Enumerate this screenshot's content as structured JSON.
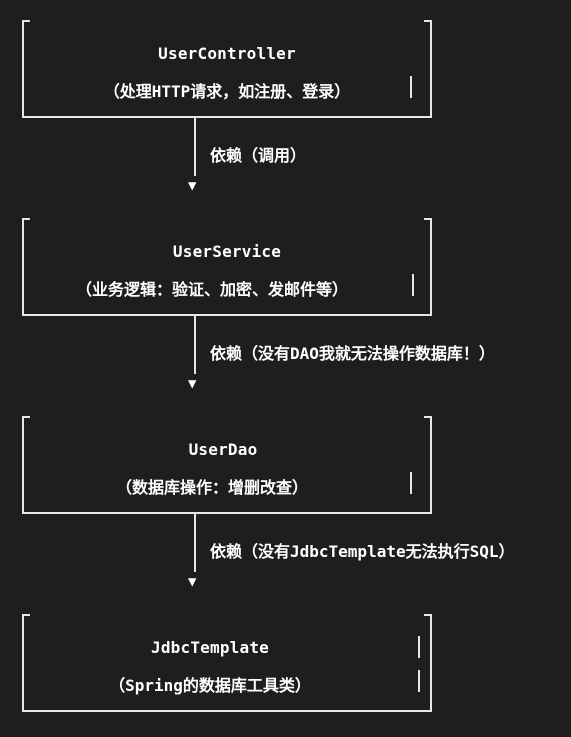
{
  "layers": [
    {
      "title": "UserController",
      "subtitle": "（处理HTTP请求，如注册、登录）"
    },
    {
      "title": "UserService",
      "subtitle": "（业务逻辑：验证、加密、发邮件等）"
    },
    {
      "title": "UserDao",
      "subtitle": "（数据库操作：增删改查）"
    },
    {
      "title": "JdbcTemplate",
      "subtitle": "（Spring的数据库工具类）"
    }
  ],
  "dependencies": [
    {
      "label": "依赖（调用）"
    },
    {
      "label": "依赖（没有DAO我就无法操作数据库！）"
    },
    {
      "label": "依赖（没有JdbcTemplate无法执行SQL）"
    }
  ],
  "arrow_glyph": "▼"
}
